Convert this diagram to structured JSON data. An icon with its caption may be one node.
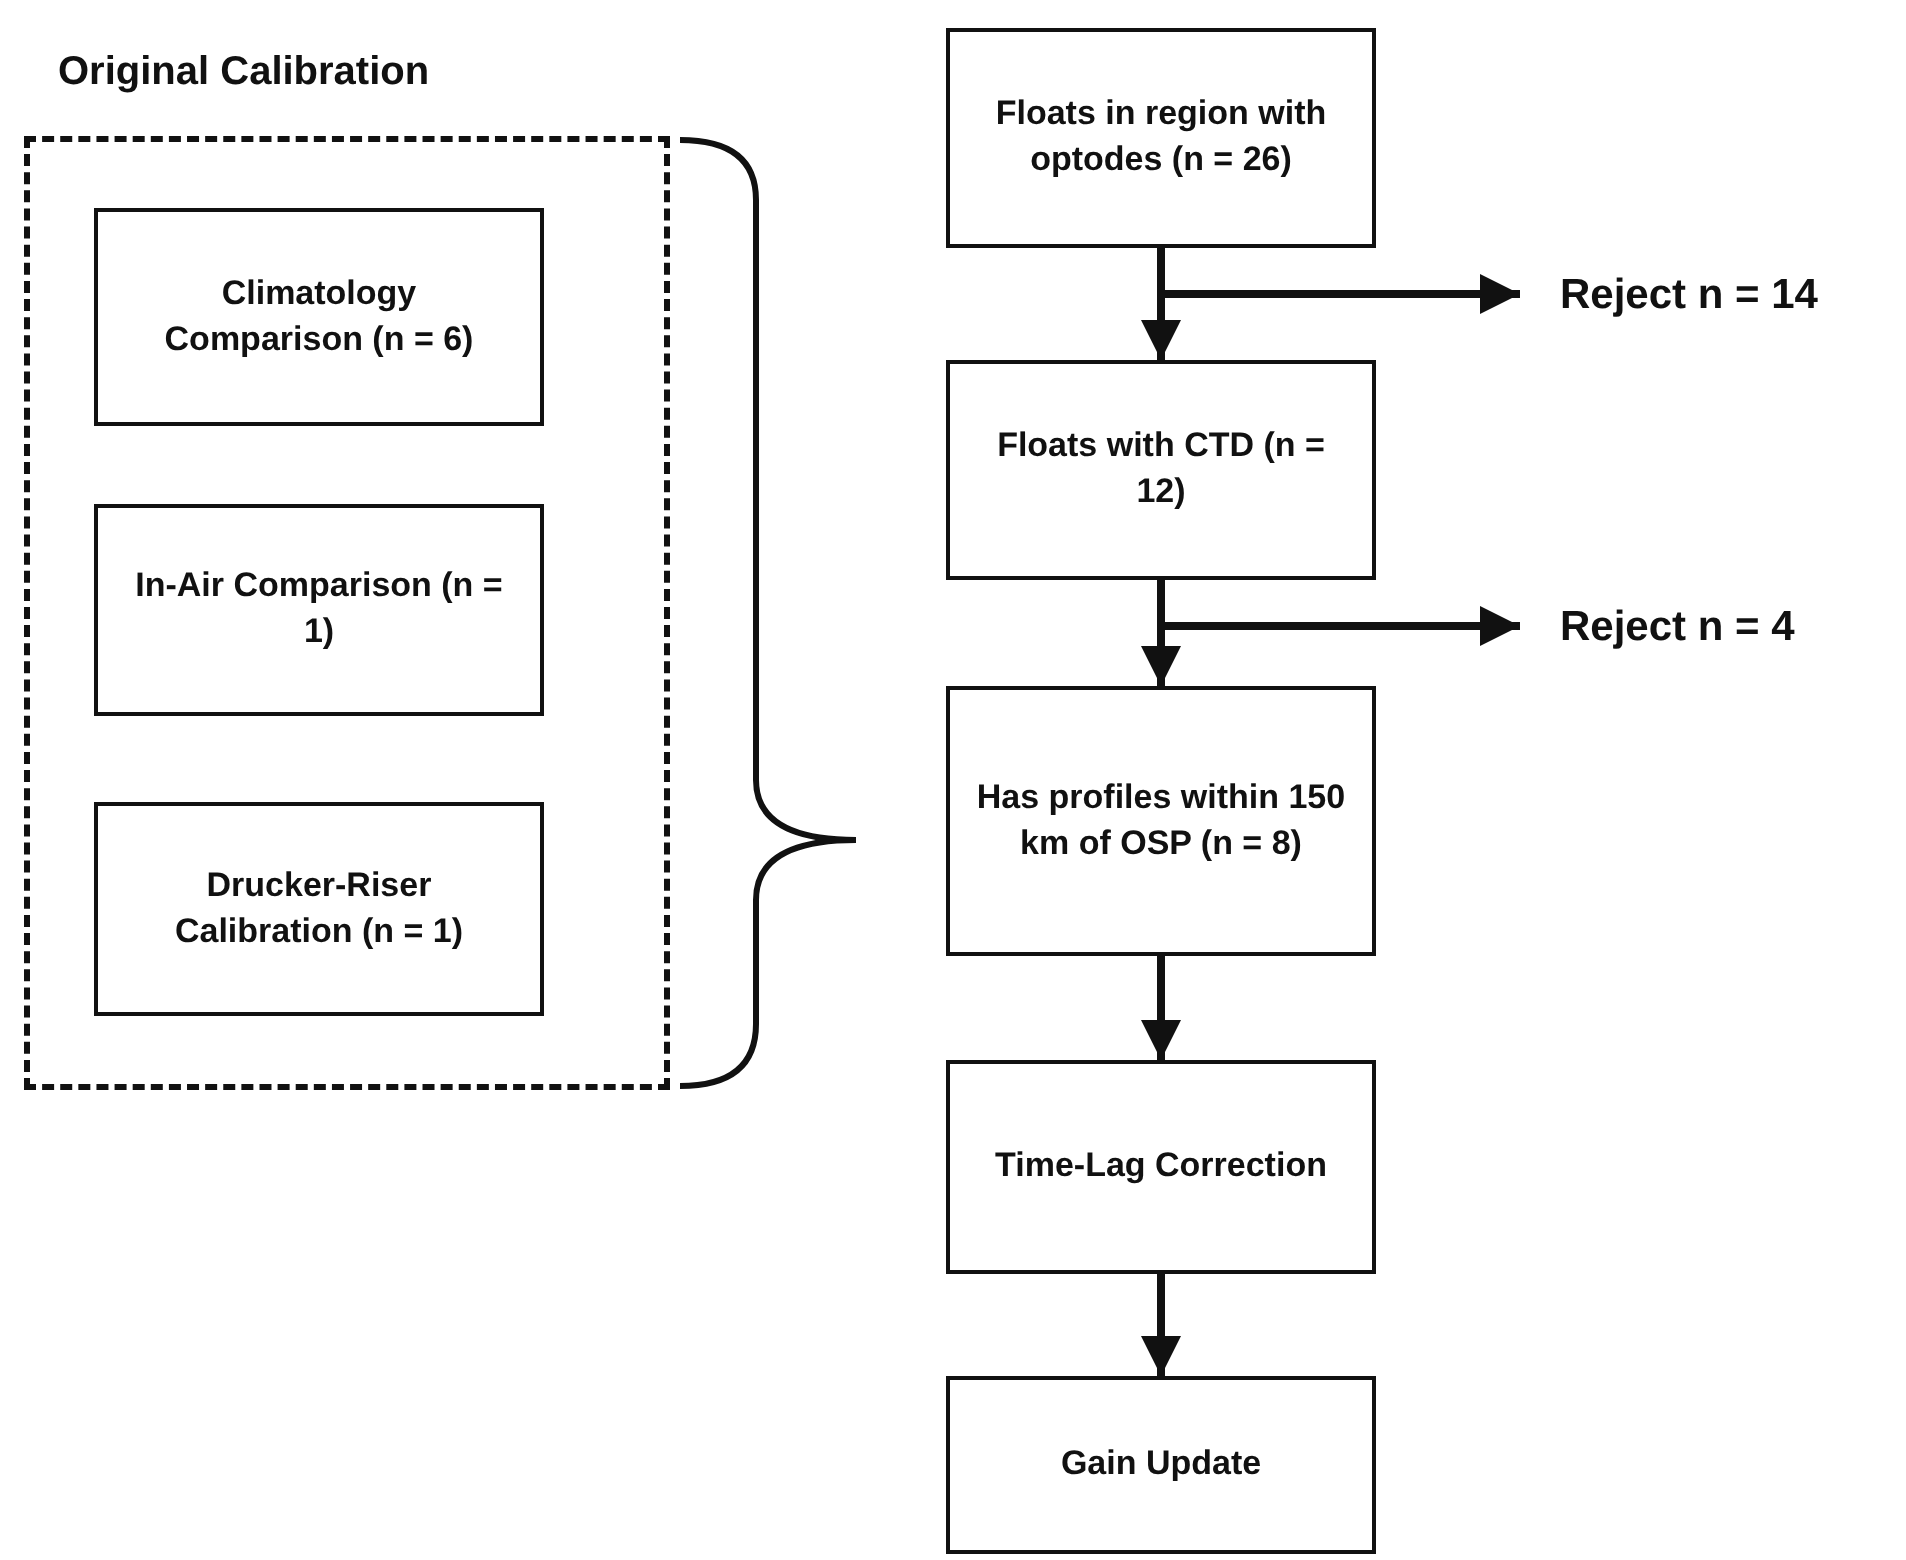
{
  "diagram": {
    "nodes": [
      {
        "text": [
          "Original Calibration"
        ]
      },
      {
        "text": [
          "Climatology Comparison (n = 6)"
        ],
        "in": 0
      },
      {
        "text": [
          "In-Air Comparison (n = 1)"
        ],
        "in": 0
      },
      {
        "text": [
          "Drucker-Riser Calibration (n = 1)"
        ],
        "in": 0
      },
      {
        "text": [
          "Floats in region with optodes (n = 26)"
        ]
      },
      {
        "text": [
          "Floats with CTD (n = 12)"
        ]
      },
      {
        "text": [
          "Has profiles within 150 km of OSP (n = 8)"
        ]
      },
      {
        "text": [
          "Time-Lag Correction"
        ]
      },
      {
        "text": [
          "Gain Update"
        ]
      },
      {
        "text": [
          "Reject n = 14"
        ]
      },
      {
        "text": [
          "Reject n = 4"
        ]
      }
    ],
    "edges": [
      {
        "from": 4,
        "to": 5,
        "arrow": "to"
      },
      {
        "from": 4,
        "to": 9,
        "arrow": "to"
      },
      {
        "from": 5,
        "to": 6,
        "arrow": "to"
      },
      {
        "from": 5,
        "to": 10,
        "arrow": "to"
      },
      {
        "from": 6,
        "to": 7,
        "arrow": "to"
      },
      {
        "from": 7,
        "to": 8,
        "arrow": "to"
      }
    ]
  }
}
